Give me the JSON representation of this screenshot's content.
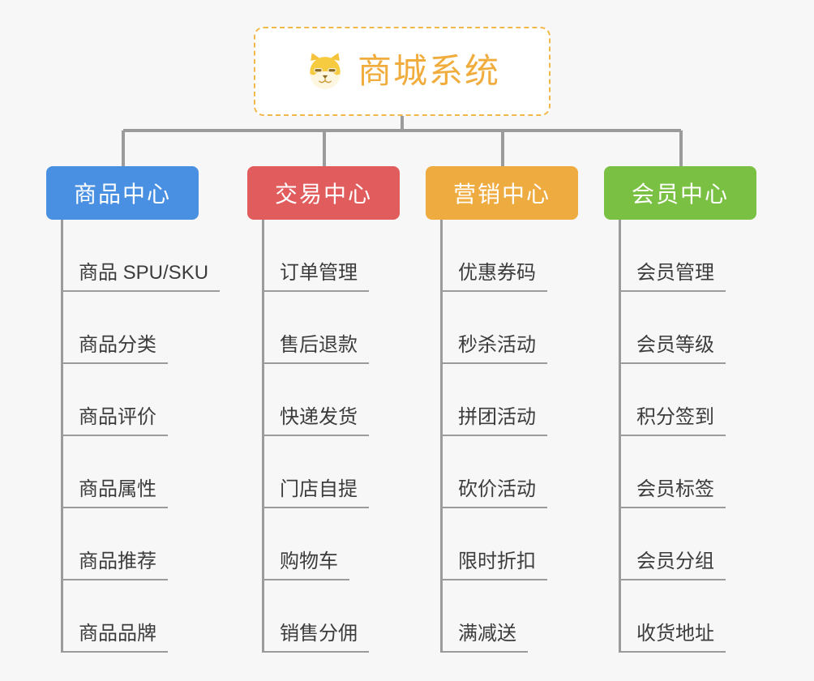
{
  "background_color": "#f7f7f7",
  "root": {
    "title": "商城系统",
    "icon": "shiba-dog-face-icon",
    "text_color": "#f0ad3e",
    "border_color": "#f0b849",
    "background_color": "#ffffff"
  },
  "connector_color": "#9b9b9b",
  "branches": [
    {
      "label": "商品中心",
      "color": "#4a90e2",
      "leaves": [
        "商品 SPU/SKU",
        "商品分类",
        "商品评价",
        "商品属性",
        "商品推荐",
        "商品品牌"
      ]
    },
    {
      "label": "交易中心",
      "color": "#e15d5d",
      "leaves": [
        "订单管理",
        "售后退款",
        "快递发货",
        "门店自提",
        "购物车",
        "销售分佣"
      ]
    },
    {
      "label": "营销中心",
      "color": "#eeab3f",
      "leaves": [
        "优惠券码",
        "秒杀活动",
        "拼团活动",
        "砍价活动",
        "限时折扣",
        "满减送"
      ]
    },
    {
      "label": "会员中心",
      "color": "#7ac143",
      "leaves": [
        "会员管理",
        "会员等级",
        "积分签到",
        "会员标签",
        "会员分组",
        "收货地址"
      ]
    }
  ]
}
